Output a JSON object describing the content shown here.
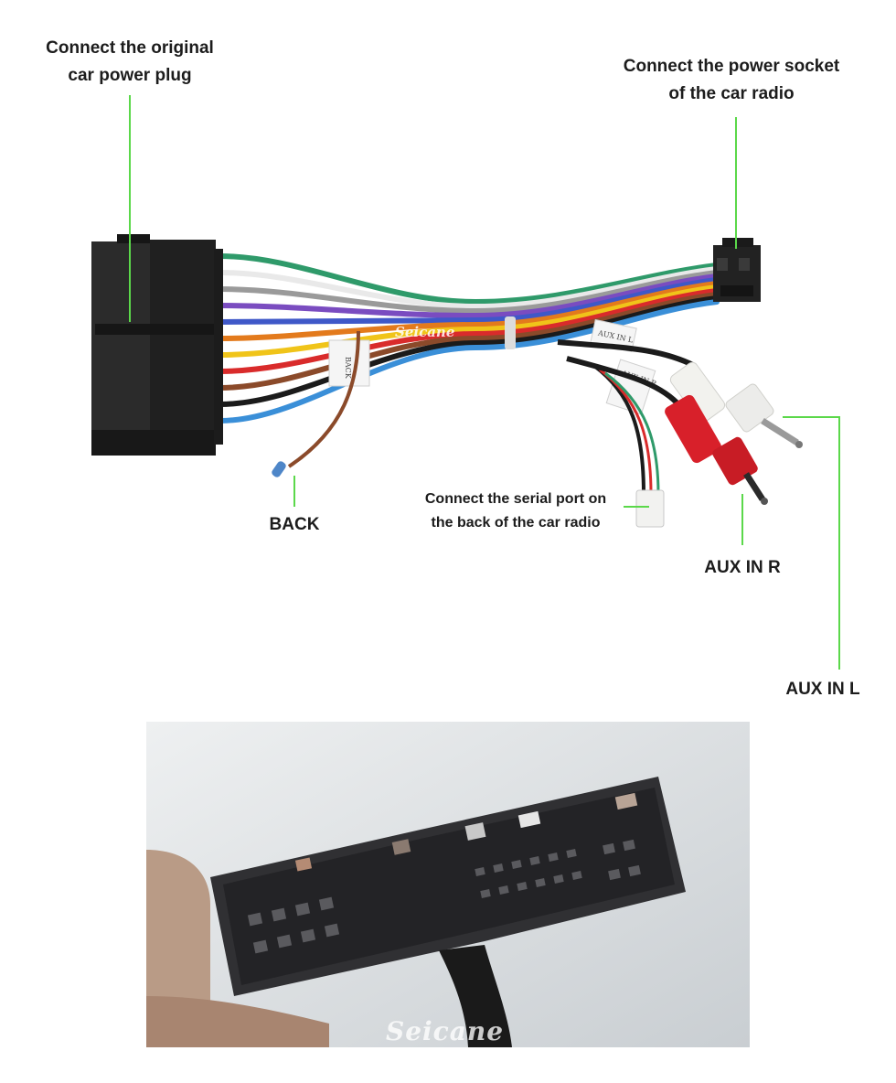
{
  "labels": {
    "power_plug": [
      "Connect the original",
      "car power plug"
    ],
    "power_socket": [
      "Connect the power socket",
      "of the car radio"
    ],
    "back": "BACK",
    "serial_port": [
      "Connect the serial port on",
      "the back of the car radio"
    ],
    "aux_in_r": "AUX IN R",
    "aux_in_l": "AUX IN L"
  },
  "watermark": "Seicane",
  "tags": {
    "back_tag": "BACK",
    "aux_l_tag": "AUX IN L",
    "aux_r_tag": "AUX IN R"
  },
  "colors": {
    "leader_line": "#5bd84a",
    "text": "#1c1c1c",
    "rca_white": "#f2f2ee",
    "rca_red": "#d8202a",
    "connector_black": "#202020"
  },
  "wire_colors": [
    "#2f9a6a",
    "#e9e9e9",
    "#9a9a9a",
    "#7a4cc0",
    "#3f58c8",
    "#e37a1c",
    "#f0c419",
    "#d92b2b",
    "#8b4a2a",
    "#1b1b1b",
    "#3a8fd8"
  ]
}
